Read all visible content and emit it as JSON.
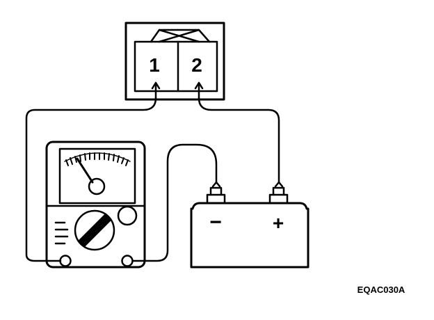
{
  "connector": {
    "terminal_1": "1",
    "terminal_2": "2"
  },
  "battery": {
    "negative_label": "−",
    "positive_label": "+"
  },
  "figure": {
    "code": "EQAC030A"
  },
  "colors": {
    "ink": "#000000",
    "paper": "#ffffff"
  }
}
